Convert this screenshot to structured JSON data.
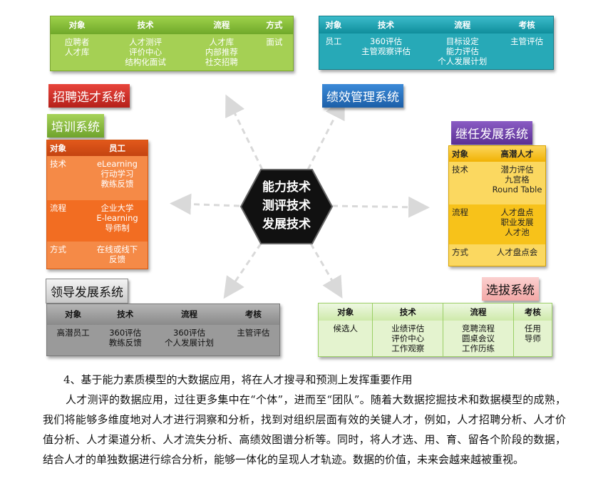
{
  "center": {
    "lines": [
      "能力技术",
      "测评技术",
      "发展技术"
    ]
  },
  "recruit": {
    "label": "招聘选才系统",
    "headers": [
      "对象",
      "技术",
      "流程",
      "方式"
    ],
    "row": [
      "应聘者\n人才库",
      "人才测评\n评价中心\n结构化面试",
      "人才库\n内部推荐\n社交招聘",
      "面试"
    ]
  },
  "perf": {
    "label": "绩效管理系统",
    "headers": [
      "对象",
      "技术",
      "流程",
      "考核"
    ],
    "row": [
      "员工",
      "360评估\n主管观察评估",
      "目标设定\n能力评估\n个人发展计划",
      "主管评估"
    ]
  },
  "training": {
    "label": "培训系统",
    "header": [
      "对象",
      "员工"
    ],
    "rows": [
      [
        "技术",
        "eLearning\n行动学习\n教练反馈"
      ],
      [
        "流程",
        "企业大学\nE-learning\n导师制"
      ],
      [
        "方式",
        "在线或线下\n反馈"
      ]
    ]
  },
  "succession": {
    "label": "继任发展系统",
    "header": [
      "对象",
      "高潜人才"
    ],
    "rows": [
      [
        "技术",
        "潜力评估\n九宫格\nRound Table"
      ],
      [
        "流程",
        "人才盘点\n职业发展\n人才池"
      ],
      [
        "方式",
        "人才盘点会"
      ]
    ]
  },
  "leader": {
    "label": "领导发展系统",
    "headers": [
      "对象",
      "技术",
      "流程",
      "考核"
    ],
    "row": [
      "高潜员工",
      "360评估\n教练反馈",
      "360评估\n个人发展计划",
      "主管评估"
    ]
  },
  "select": {
    "label": "选拔系统",
    "headers": [
      "对象",
      "技术",
      "流程",
      "考核"
    ],
    "row": [
      "候选人",
      "业绩评估\n评价中心\n工作观察",
      "竞聘流程\n圆桌会议\n工作历练",
      "任用\n导师"
    ]
  },
  "text": {
    "heading": "4、基于能力素质模型的大数据应用，将在人才搜寻和预测上发挥重要作用",
    "paragraph": "人才测评的数据应用，过往更多集中在“个体”，进而至“团队”。随着大数据挖掘技术和数据模型的成熟，我们将能够多维度地对人才进行洞察和分析，找到对组织层面有效的关键人才，例如，人才招聘分析、人才价值分析、人才渠道分析、人才流失分析、高绩效图谱分析等。同时，将人才选、用、育、留各个阶段的数据，结合人才的单独数据进行综合分析，能够一体化的呈现人才轨迹。数据的价值，未来会越来越被重视。"
  },
  "colors": {
    "green": "#8dc63f",
    "teal": "#17a2b0",
    "orange": "#f26522",
    "yellow": "#f7c21a",
    "gray": "#8c8c8c",
    "lightgreen": "#d8efb8"
  }
}
